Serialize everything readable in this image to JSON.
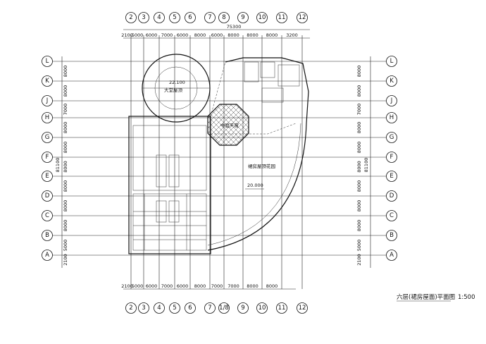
{
  "title": "六层(裙房屋面)平面图",
  "scale": "1:500",
  "columns": [
    "2",
    "3",
    "4",
    "5",
    "6",
    "7",
    "8",
    "9",
    "10",
    "11",
    "12"
  ],
  "columns_bottom": [
    "2",
    "3",
    "4",
    "5",
    "6",
    "7",
    "1/8",
    "9",
    "10",
    "11",
    "12"
  ],
  "rows": [
    "L",
    "K",
    "J",
    "H",
    "G",
    "F",
    "E",
    "D",
    "C",
    "B",
    "A"
  ],
  "top_total": "75300",
  "top_dims": [
    "2100",
    "5000",
    "6000",
    "7000",
    "6000",
    "8000",
    "6000",
    "8000",
    "8000",
    "8000",
    "3200"
  ],
  "bottom_dims": [
    "2100",
    "5000",
    "6000",
    "7000",
    "6000",
    "8000",
    "7000",
    "7000",
    "8000",
    "8000"
  ],
  "side_dims": [
    "8000",
    "8000",
    "7000",
    "8000",
    "8000",
    "8000",
    "8000",
    "8000",
    "8000",
    "5000",
    "2100"
  ],
  "side_total": "81100",
  "labels": {
    "atrium_roof": "大堂屋顶",
    "atrium_elev": "22.100",
    "skylight": "中庭天窗",
    "roof_garden": "裙房屋顶花园",
    "garden_elev": "20.000"
  },
  "colors": {
    "line": "#111111",
    "background": "#ffffff"
  }
}
